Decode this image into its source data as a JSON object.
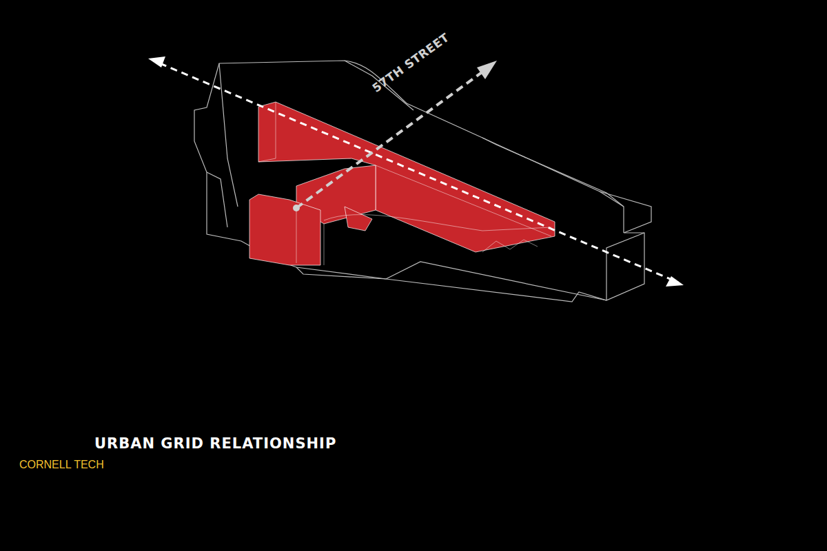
{
  "diagram": {
    "title": "URBAN GRID RELATIONSHIP",
    "caption": "CORNELL TECH",
    "labels": [
      "57TH STREET"
    ]
  }
}
